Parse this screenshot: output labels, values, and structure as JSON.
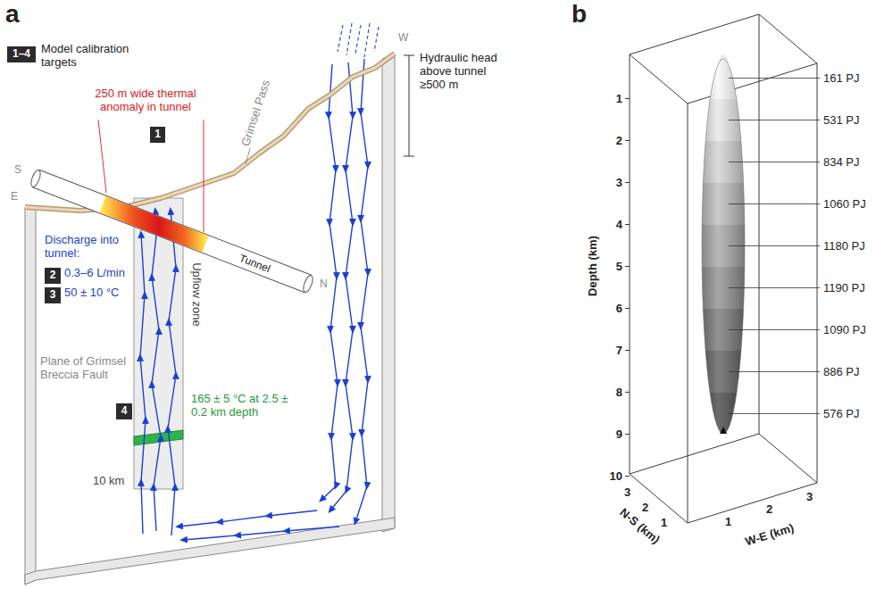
{
  "diagram": {
    "nodes": [
      {
        "text": [
          "1–4"
        ]
      },
      {
        "text": [
          "1"
        ]
      },
      {
        "text": [
          "2"
        ]
      },
      {
        "text": [
          "3"
        ]
      },
      {
        "text": [
          "4"
        ]
      }
    ],
    "labels": [
      "a",
      "Model calibration targets",
      "250 m wide thermal anomaly in tunnel",
      "Grimsel Pass",
      "S",
      "E",
      "W",
      "N",
      "Tunnel",
      "Hydraulic head above tunnel ≥500 m",
      "Discharge into tunnel:",
      "0.3–6 L/min",
      "50 ± 10 °C",
      "Upflow zone",
      "Plane of Grimsel Breccia Fault",
      "165 ± 5 °C at 2.5 ± 0.2 km depth",
      "10 km",
      "b",
      "Depth (km)",
      "1",
      "2",
      "3",
      "4",
      "5",
      "6",
      "7",
      "8",
      "9",
      "10",
      "161 PJ",
      "531 PJ",
      "834 PJ",
      "1060 PJ",
      "1180 PJ",
      "1190 PJ",
      "1090 PJ",
      "886 PJ",
      "576 PJ",
      "N-S (km)",
      "1",
      "2",
      "3",
      "W-E (km)",
      "1",
      "2",
      "3"
    ]
  }
}
